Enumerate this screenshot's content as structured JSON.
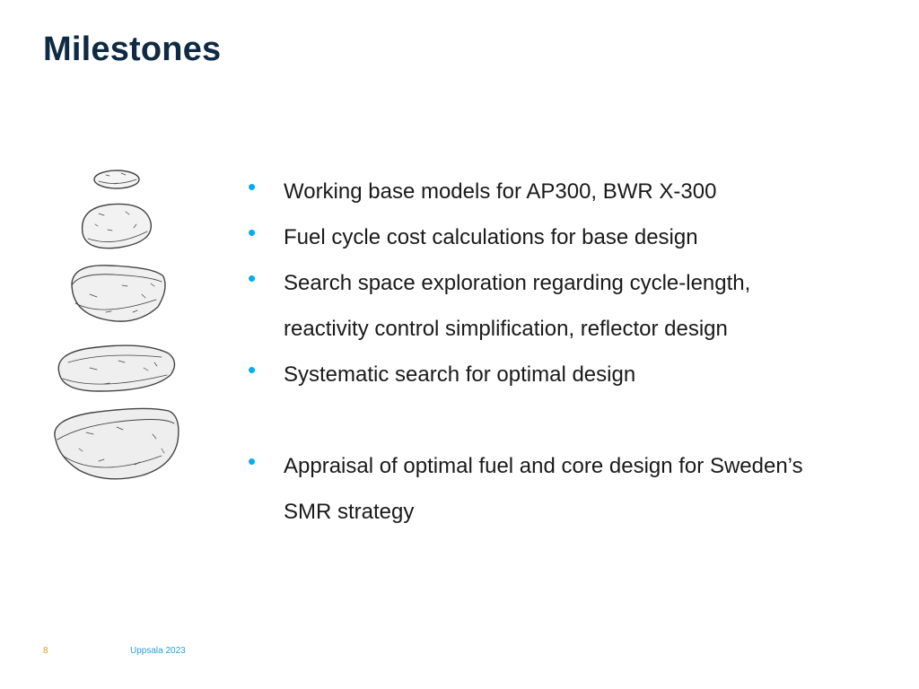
{
  "slide": {
    "title": "Milestones",
    "bullets": [
      "Working base models for AP300, BWR X-300",
      "Fuel cycle cost calculations for base design",
      "Search space exploration regarding cycle-length, reactivity control simplification, reflector design",
      "Systematic search for optimal design",
      "Appraisal of optimal fuel and core design for Sweden’s SMR strategy"
    ],
    "bullet_glyph": "•",
    "footer": {
      "page_number": "8",
      "text": "Uppsala 2023"
    },
    "colors": {
      "title": "#0f2a44",
      "bullet": "#00aeef",
      "page_number": "#e09a1e",
      "footer_text": "#2d9bd6"
    },
    "illustration_icon": "stacked-pebbles-icon"
  }
}
